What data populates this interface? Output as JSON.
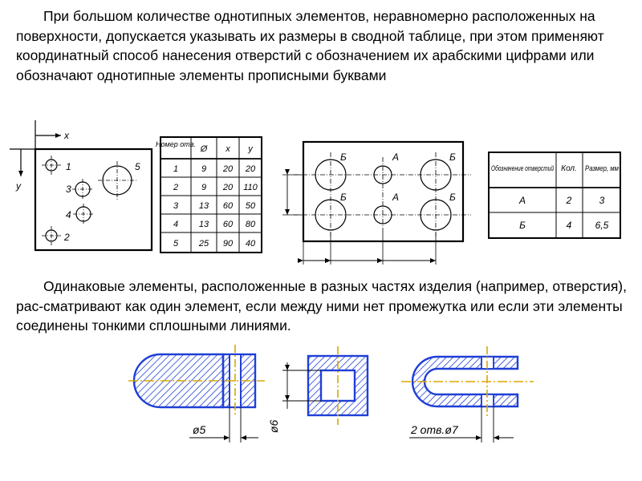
{
  "paragraph1": "При большом количестве однотипных элементов, неравномерно расположенных на поверхности, допускается указывать их размеры в сводной таблице, при этом применяют координатный способ нанесения отверстий с обозначением их арабскими цифрами  или обозначают однотипные элементы прописными буквами",
  "paragraph2": "Одинаковые элементы, расположенные в разных частях изделия (например, отверстия), рас-сматривают как один элемент, если между ними нет промежутка или если эти элементы соединены тонкими сплошными линиями.",
  "plate1": {
    "axis_x": "x",
    "axis_y": "y",
    "hole_labels": [
      "1",
      "3",
      "4",
      "5",
      "2"
    ]
  },
  "coord_table": {
    "headers": [
      "Номер отв.",
      "Ø",
      "x",
      "y"
    ],
    "rows": [
      [
        "1",
        "9",
        "20",
        "20"
      ],
      [
        "2",
        "9",
        "20",
        "110"
      ],
      [
        "3",
        "13",
        "60",
        "50"
      ],
      [
        "4",
        "13",
        "60",
        "80"
      ],
      [
        "5",
        "25",
        "90",
        "40"
      ]
    ]
  },
  "plate2": {
    "labels": [
      "Б",
      "А",
      "Б",
      "Б",
      "А",
      "Б"
    ]
  },
  "summary_table": {
    "headers": [
      "Обозначение отверстий",
      "Кол.",
      "Размер, мм"
    ],
    "rows": [
      [
        "А",
        "2",
        "3"
      ],
      [
        "Б",
        "4",
        "6,5"
      ]
    ]
  },
  "drawings": {
    "dim1": "ø5",
    "dim2": "ø6",
    "dim3": "2 отв.ø7"
  },
  "colors": {
    "drawing_line": "#1f3fd6",
    "axis_line": "#d8a800",
    "ink": "#000000"
  }
}
